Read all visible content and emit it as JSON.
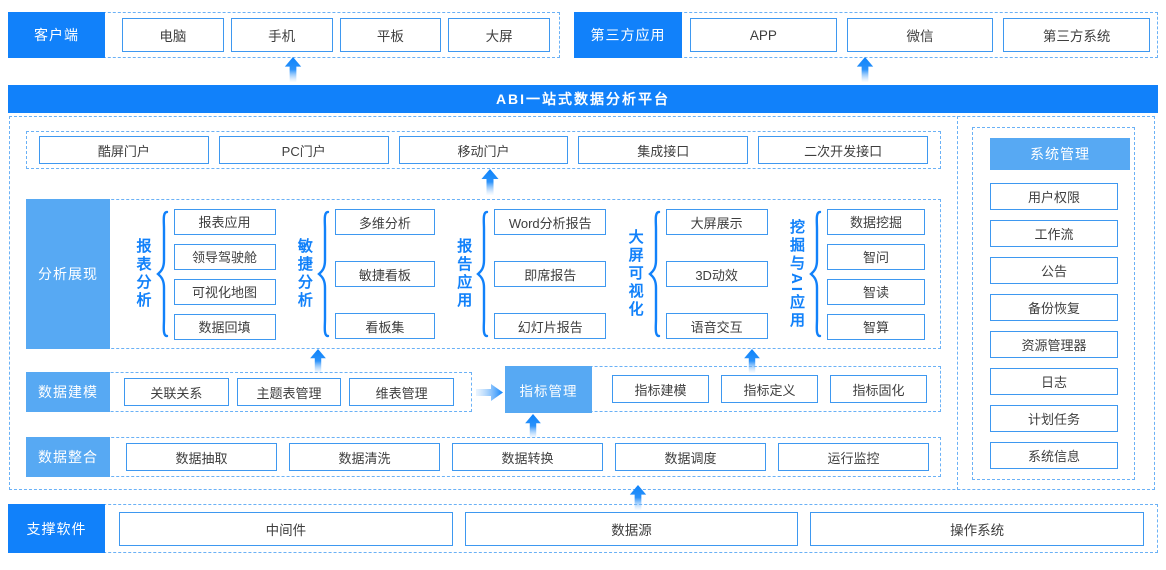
{
  "palette": {
    "bright_blue": "#1181fa",
    "light_blue": "#57a9f3",
    "chip_border": "#3e98f0",
    "dash_border": "#6ab1f6",
    "chip_text": "#3e3e3e"
  },
  "top_row": {
    "client": {
      "label": "客户端",
      "devices": [
        "电脑",
        "手机",
        "平板",
        "大屏"
      ]
    },
    "third_party": {
      "label": "第三方应用",
      "apps": [
        "APP",
        "微信",
        "第三方系统"
      ]
    }
  },
  "banner": {
    "title": "ABI一站式数据分析平台"
  },
  "portals": {
    "items": [
      "酷屏门户",
      "PC门户",
      "移动门户",
      "集成接口",
      "二次开发接口"
    ]
  },
  "analysis": {
    "label": "分析展现",
    "groups": [
      {
        "title": "报表分析",
        "items": [
          "报表应用",
          "领导驾驶舱",
          "可视化地图",
          "数据回填"
        ]
      },
      {
        "title": "敏捷分析",
        "items": [
          "多维分析",
          "敏捷看板",
          "看板集"
        ]
      },
      {
        "title": "报告应用",
        "items": [
          "Word分析报告",
          "即席报告",
          "幻灯片报告"
        ]
      },
      {
        "title": "大屏可视化",
        "items": [
          "大屏展示",
          "3D动效",
          "语音交互"
        ]
      },
      {
        "title": "挖掘与AI应用",
        "items": [
          "数据挖掘",
          "智问",
          "智读",
          "智算"
        ]
      }
    ]
  },
  "modeling": {
    "label": "数据建模",
    "items": [
      "关联关系",
      "主题表管理",
      "维表管理"
    ],
    "indicator_label": "指标管理",
    "indicator_items": [
      "指标建模",
      "指标定义",
      "指标固化"
    ]
  },
  "integration": {
    "label": "数据整合",
    "items": [
      "数据抽取",
      "数据清洗",
      "数据转换",
      "数据调度",
      "运行监控"
    ]
  },
  "sidebar": {
    "title": "系统管理",
    "items": [
      "用户权限",
      "工作流",
      "公告",
      "备份恢复",
      "资源管理器",
      "日志",
      "计划任务",
      "系统信息"
    ]
  },
  "support": {
    "label": "支撑软件",
    "items": [
      "中间件",
      "数据源",
      "操作系统"
    ]
  }
}
